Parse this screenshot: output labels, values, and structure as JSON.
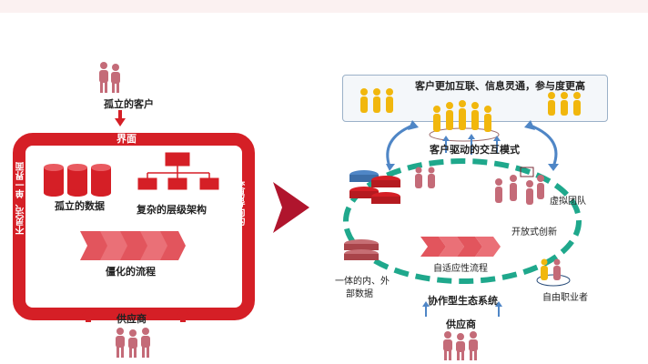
{
  "left": {
    "top_label": "孤立的客户",
    "frame_top_label": "界面",
    "left_side_label": "不灵活、单一界面",
    "right_side_label": "交易导向的",
    "isolated_data_label": "孤立的数据",
    "hierarchy_label": "复杂的层级架构",
    "rigid_process_label": "僵化的流程",
    "supplier_label": "供应商"
  },
  "right": {
    "top_box_label": "客户更加互联、信息灵通，参与度更高",
    "interaction_label": "客户驱动的交互模式",
    "virtual_team_label": "虚拟团队",
    "open_innovation_label": "开放式创新",
    "adaptive_process_label": "自适应性流程",
    "integrated_data_label_1": "一体的内、外",
    "integrated_data_label_2": "部数据",
    "ecosystem_label": "协作型生态系统",
    "freelancer_label": "自由职业者",
    "supplier_label": "供应商"
  },
  "colors": {
    "red": "#d51f26",
    "teal": "#1fa88c",
    "blue": "#4f86c6",
    "gold": "#f1b70d"
  }
}
